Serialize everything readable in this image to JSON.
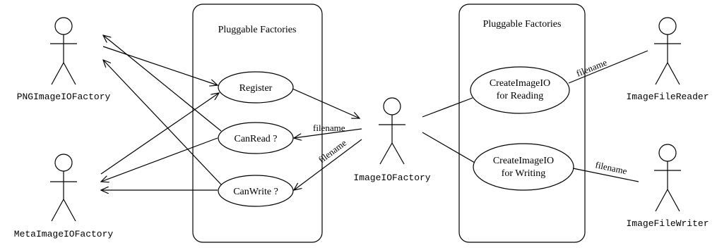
{
  "systems": [
    {
      "title": "Pluggable Factories"
    },
    {
      "title": "Pluggable Factories"
    }
  ],
  "use_cases": {
    "register": [
      "Register"
    ],
    "can_read": [
      "CanRead ?"
    ],
    "can_write": [
      "CanWrite ?"
    ],
    "create_read": [
      "CreateImageIO",
      "for Reading"
    ],
    "create_write": [
      "CreateImageIO",
      "for Writing"
    ]
  },
  "actors": {
    "png": "PNGImageIOFactory",
    "meta": "MetaImageIOFactory",
    "imageio": "ImageIOFactory",
    "reader": "ImageFileReader",
    "writer": "ImageFileWriter"
  },
  "edge_labels": {
    "canread_filename": "filename",
    "canwrite_filename": "filename",
    "reader_filename": "filename",
    "writer_filename": "filename"
  }
}
